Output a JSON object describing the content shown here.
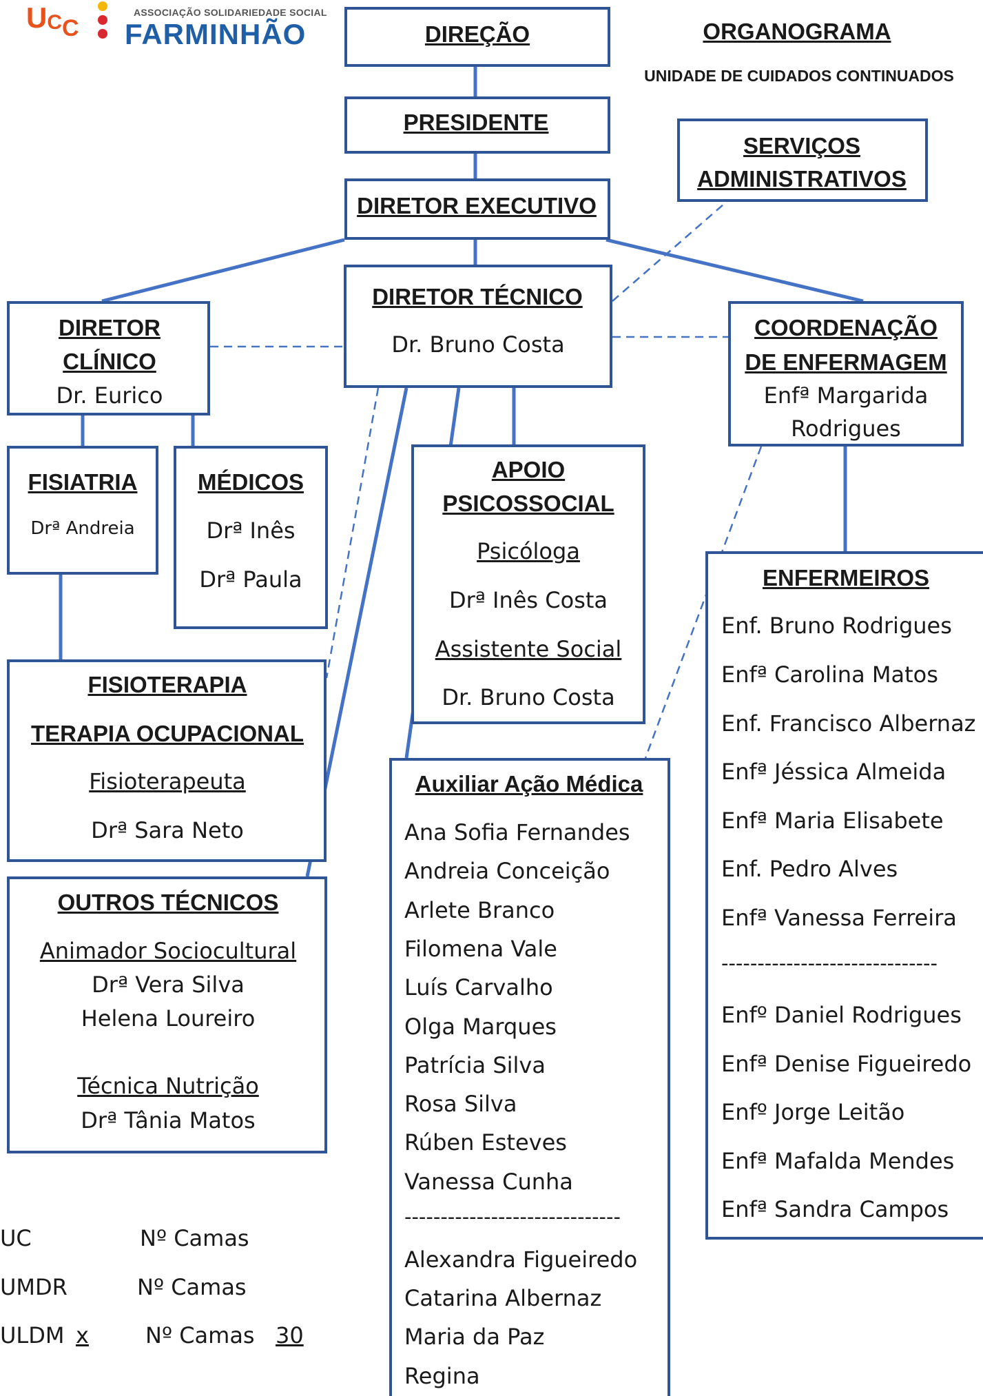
{
  "logo": {
    "ucc_letters": [
      "U",
      "C",
      "C"
    ],
    "association": "ASSOCIAÇÃO SOLIDARIEDADE SOCIAL",
    "name": "FARMINHÃO",
    "colors": {
      "brand_blue": "#1f5fa8",
      "brand_orange": "#e8521c",
      "dot_yellow": "#f5b800",
      "dot_red": "#d9282f"
    }
  },
  "header": {
    "title": "ORGANOGRAMA",
    "subtitle": "UNIDADE DE CUIDADOS CONTINUADOS"
  },
  "direcao": {
    "title": "DIREÇÃO"
  },
  "presidente": {
    "title": "PRESIDENTE"
  },
  "diretor_executivo": {
    "title": "DIRETOR EXECUTIVO"
  },
  "servicos_administrativos": {
    "title_line1": "SERVIÇOS",
    "title_line2": "ADMINISTRATIVOS"
  },
  "diretor_tecnico": {
    "title": "DIRETOR TÉCNICO",
    "name": "Dr. Bruno Costa"
  },
  "diretor_clinico": {
    "title_line1": "DIRETOR",
    "title_line2": "CLÍNICO",
    "name": "Dr. Eurico"
  },
  "coordenacao_enfermagem": {
    "title_line1": "COORDENAÇÃO",
    "title_line2": "DE ENFERMAGEM",
    "name_line1": "Enfª Margarida",
    "name_line2": "Rodrigues"
  },
  "fisiatria": {
    "title": "FISIATRIA",
    "name": "Drª Andreia"
  },
  "medicos": {
    "title": "MÉDICOS",
    "names": [
      "Drª Inês",
      "Drª Paula"
    ]
  },
  "apoio_psicossocial": {
    "title_line1": "APOIO",
    "title_line2": "PSICOSSOCIAL",
    "role1": "Psicóloga",
    "name1": "Drª Inês Costa",
    "role2": "Assistente Social",
    "name2": "Dr. Bruno Costa"
  },
  "enfermeiros": {
    "title": "ENFERMEIROS",
    "group1": [
      "Enf. Bruno Rodrigues",
      "Enfª Carolina Matos",
      "Enf. Francisco Albernaz",
      "Enfª Jéssica Almeida",
      "Enfª Maria Elisabete",
      "Enf. Pedro Alves",
      "Enfª Vanessa Ferreira"
    ],
    "separator": "------------------------------",
    "group2": [
      "Enfº Daniel Rodrigues",
      "Enfª Denise Figueiredo",
      "Enfº Jorge Leitão",
      "Enfª Mafalda Mendes",
      "Enfª Sandra Campos"
    ]
  },
  "fisioterapia": {
    "title1": "FISIOTERAPIA",
    "title2": "TERAPIA OCUPACIONAL",
    "role": "Fisioterapeuta",
    "name": "Drª Sara Neto"
  },
  "auxiliar": {
    "title": "Auxiliar Ação Médica",
    "group1": [
      "Ana Sofia Fernandes",
      "Andreia Conceição",
      "Arlete Branco",
      "Filomena Vale",
      "Luís Carvalho",
      "Olga Marques",
      "Patrícia Silva",
      "Rosa Silva",
      "Rúben Esteves",
      "Vanessa Cunha"
    ],
    "separator": "------------------------------",
    "group2": [
      "Alexandra Figueiredo",
      "Catarina Albernaz",
      "Maria da Paz",
      "Regina"
    ]
  },
  "outros_tecnicos": {
    "title": "OUTROS TÉCNICOS",
    "role1": "Animador Sociocultural",
    "names1": [
      "Drª Vera Silva",
      "Helena Loureiro"
    ],
    "role2": "Técnica Nutrição",
    "name2": "Drª Tânia Matos"
  },
  "camas": {
    "rows": [
      {
        "unit": "UC",
        "mark": "",
        "label": "Nº Camas",
        "value": ""
      },
      {
        "unit": "UMDR",
        "mark": "",
        "label": "Nº Camas",
        "value": ""
      },
      {
        "unit": "ULDM",
        "mark": "x",
        "label": "Nº Camas",
        "value": "30"
      }
    ]
  },
  "colors": {
    "box_border": "#2f5597",
    "connector": "#4472c4"
  }
}
